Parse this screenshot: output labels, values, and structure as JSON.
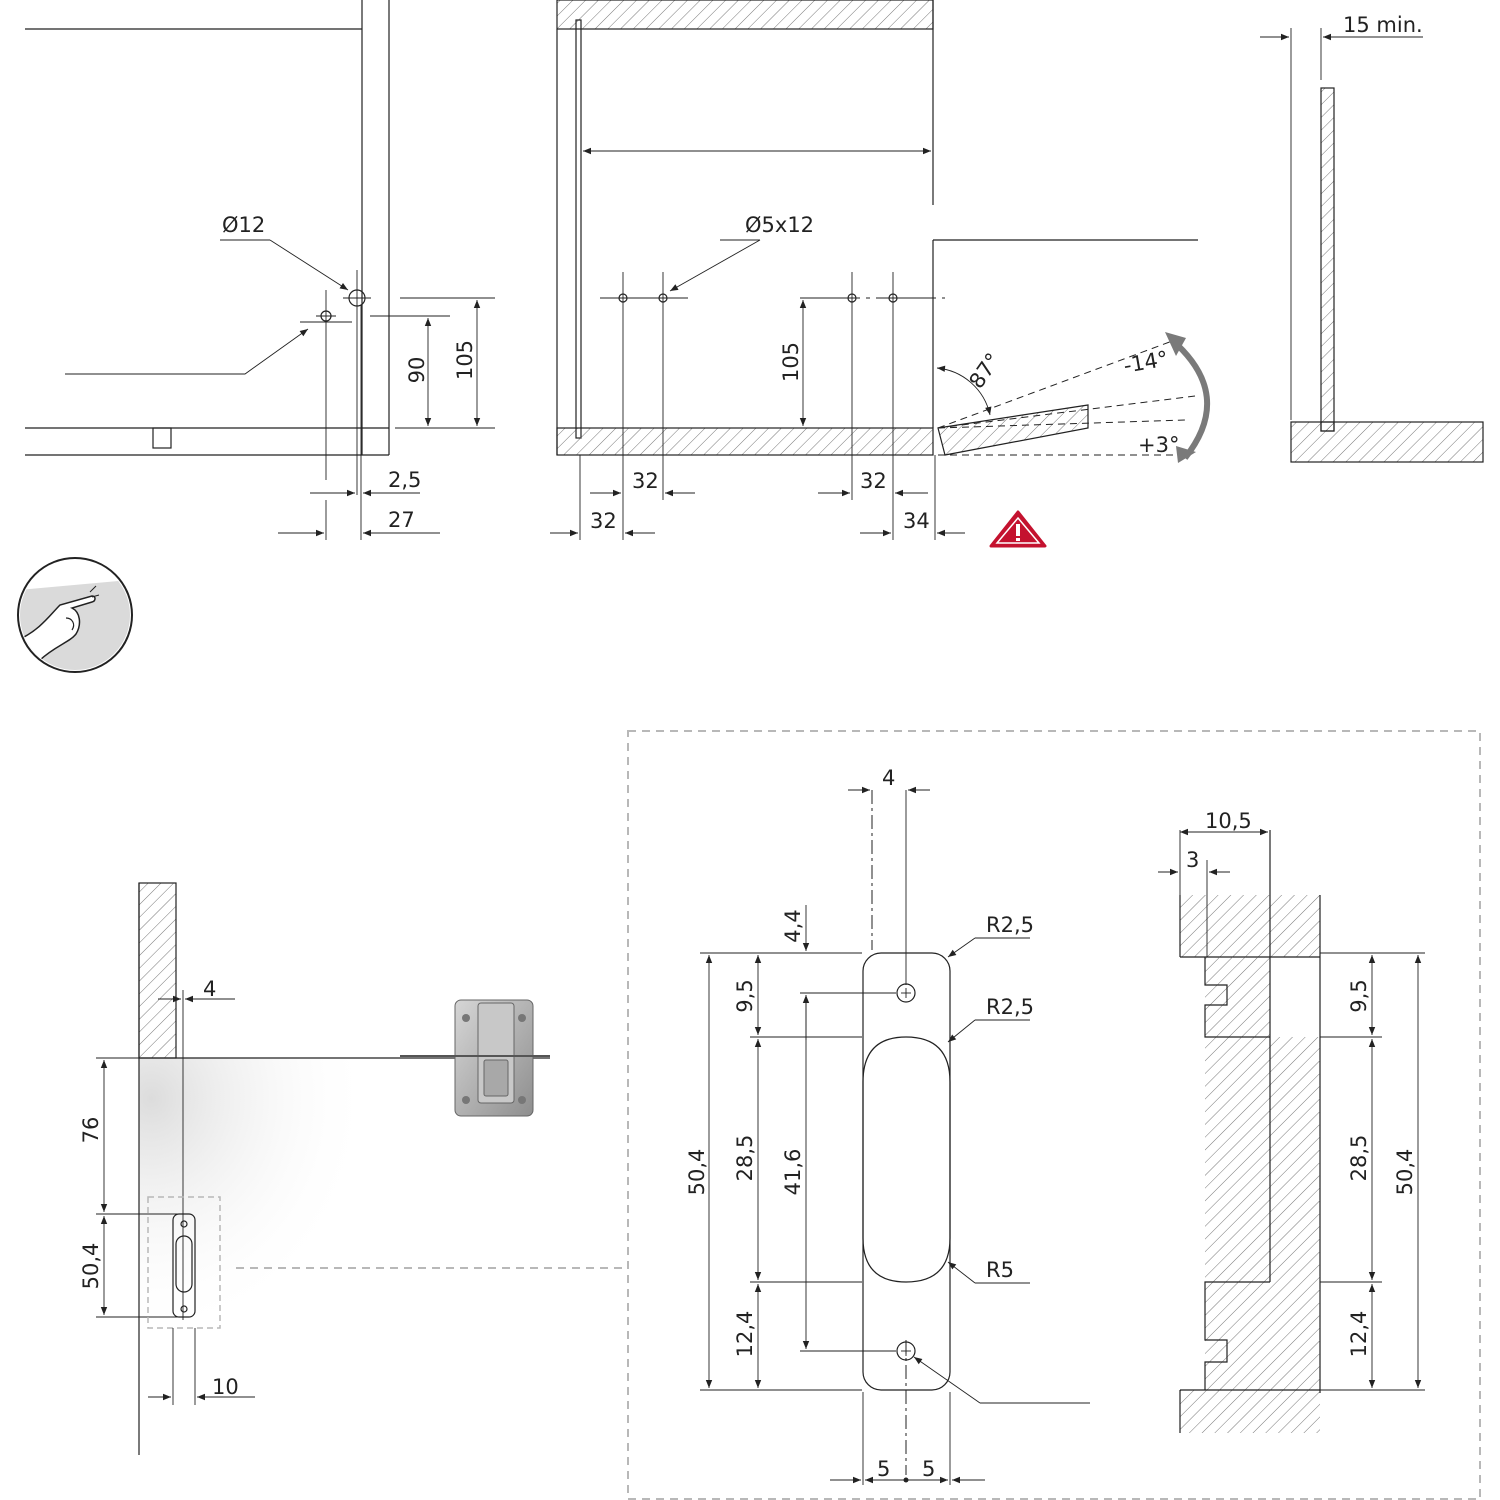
{
  "labels": {
    "d_o12": "Ø12",
    "d_o5x12": "Ø5x12",
    "d_90": "90",
    "d_105a": "105",
    "d_105b": "105",
    "d_2_5": "2,5",
    "d_27": "27",
    "d_32a": "32",
    "d_32b": "32",
    "d_32c": "32",
    "d_34": "34",
    "d_87": "87°",
    "d_m14": "-14°",
    "d_p3": "+3°",
    "d_15min": "15 min.",
    "d_4a": "4",
    "d_76": "76",
    "d_50_4a": "50,4",
    "d_10": "10",
    "d_4b": "4",
    "d_4_4": "4,4",
    "d_9_5a": "9,5",
    "d_28_5a": "28,5",
    "d_41_6": "41,6",
    "d_50_4b": "50,4",
    "d_12_4a": "12,4",
    "d_r2_5a": "R2,5",
    "d_r2_5b": "R2,5",
    "d_r5": "R5",
    "d_5a": "5",
    "d_5b": "5",
    "d_10_5": "10,5",
    "d_3": "3",
    "d_9_5b": "9,5",
    "d_28_5b": "28,5",
    "d_50_4c": "50,4",
    "d_12_4b": "12,4"
  },
  "icons": {
    "warning": "warning-triangle-icon",
    "hand": "hand-push-icon"
  },
  "colors": {
    "warning_red": "#c4122f",
    "arc_grey": "#7a7a7a",
    "detail_frame": "#b8b8b8"
  }
}
